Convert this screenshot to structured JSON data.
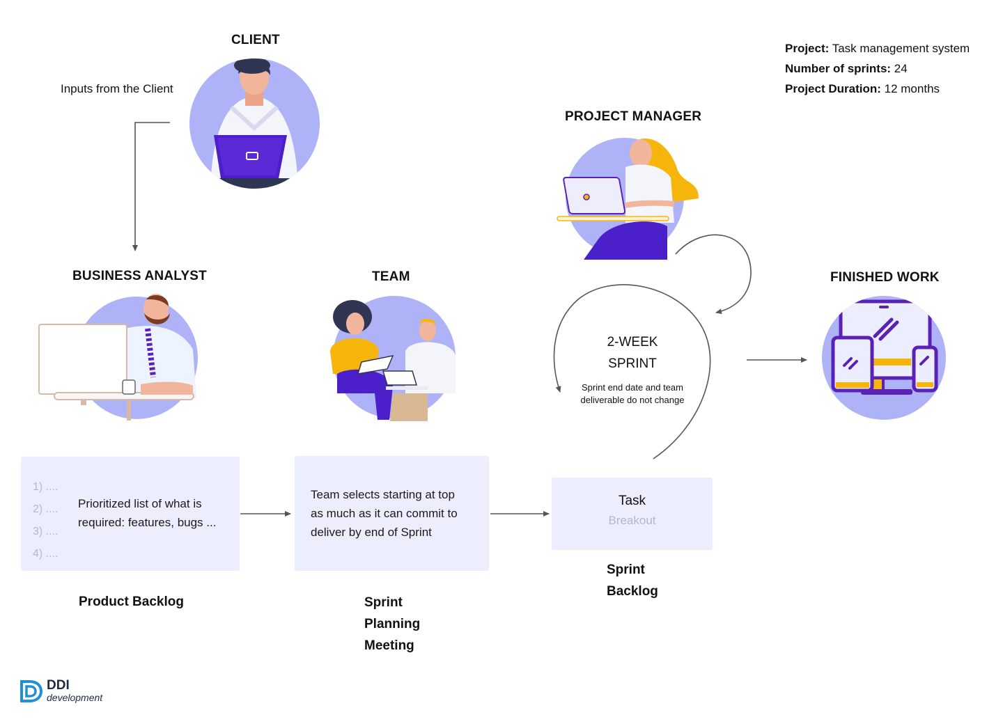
{
  "project_info": {
    "project_label": "Project:",
    "project_value": "Task management system",
    "sprints_label": "Number of sprints:",
    "sprints_value": "24",
    "duration_label": "Project Duration:",
    "duration_value": "12 months"
  },
  "roles": {
    "client": "CLIENT",
    "project_manager": "PROJECT MANAGER",
    "business_analyst": "BUSINESS ANALYST",
    "team": "TEAM",
    "finished_work": "FINISHED WORK"
  },
  "client_inputs_label": "Inputs from the Client",
  "sprint_cycle": {
    "title_line1": "2-WEEK",
    "title_line2": "SPRINT",
    "note_line1": "Sprint end date and team",
    "note_line2": "deliverable do not change"
  },
  "product_backlog": {
    "numbers": [
      "1) ....",
      "2) ....",
      "3) ....",
      "4) ...."
    ],
    "text_line1": "Prioritized list of what is",
    "text_line2": "required: features, bugs ...",
    "caption": "Product Backlog"
  },
  "sprint_planning": {
    "text_line1": "Team selects starting at top",
    "text_line2": "as much as it can commit to",
    "text_line3": "deliver by end of Sprint",
    "caption_line1": "Sprint",
    "caption_line2": "Planning",
    "caption_line3": "Meeting"
  },
  "sprint_backlog": {
    "title": "Task",
    "subtitle": "Breakout",
    "caption_line1": "Sprint",
    "caption_line2": "Backlog"
  },
  "logo": {
    "name": "DDI",
    "sub": "development"
  },
  "colors": {
    "circle_fill": "#aeb2f7",
    "accent_purple": "#5b21b6",
    "accent_yellow": "#f5b50a",
    "box_fill": "#eceefd",
    "logo_blue": "#1e90d6"
  }
}
